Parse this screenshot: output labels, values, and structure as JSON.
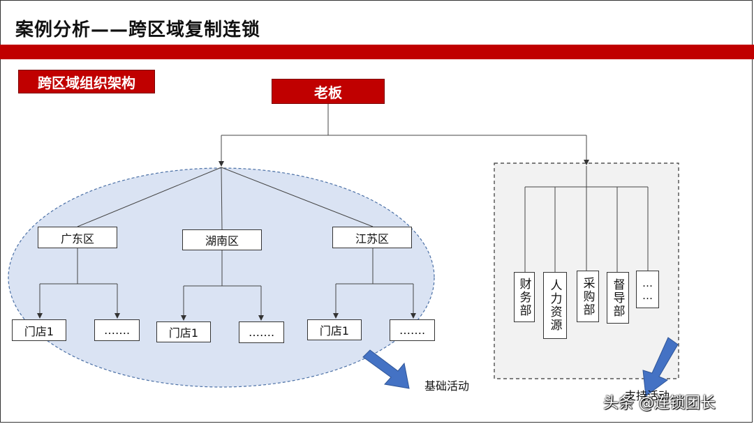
{
  "title": "案例分析——跨区域复制连锁",
  "section_label": "跨区域组织架构",
  "boss": "老板",
  "regions": [
    {
      "name": "广东区",
      "store": "门店1",
      "more": "……."
    },
    {
      "name": "湖南区",
      "store": "门店1",
      "more": "……."
    },
    {
      "name": "江苏区",
      "store": "门店1",
      "more": "……."
    }
  ],
  "departments": [
    "财务部",
    "人力资源",
    "采购部",
    "督导部",
    "…\n…"
  ],
  "label_basic": "基础活动",
  "label_support": "支持活动",
  "watermark": "头条 @连锁团长",
  "colors": {
    "accent_red": "#c00000",
    "ellipse_fill": "#dae3f3",
    "arrow_blue": "#4472c4",
    "panel_fill": "#f2f2f2"
  }
}
